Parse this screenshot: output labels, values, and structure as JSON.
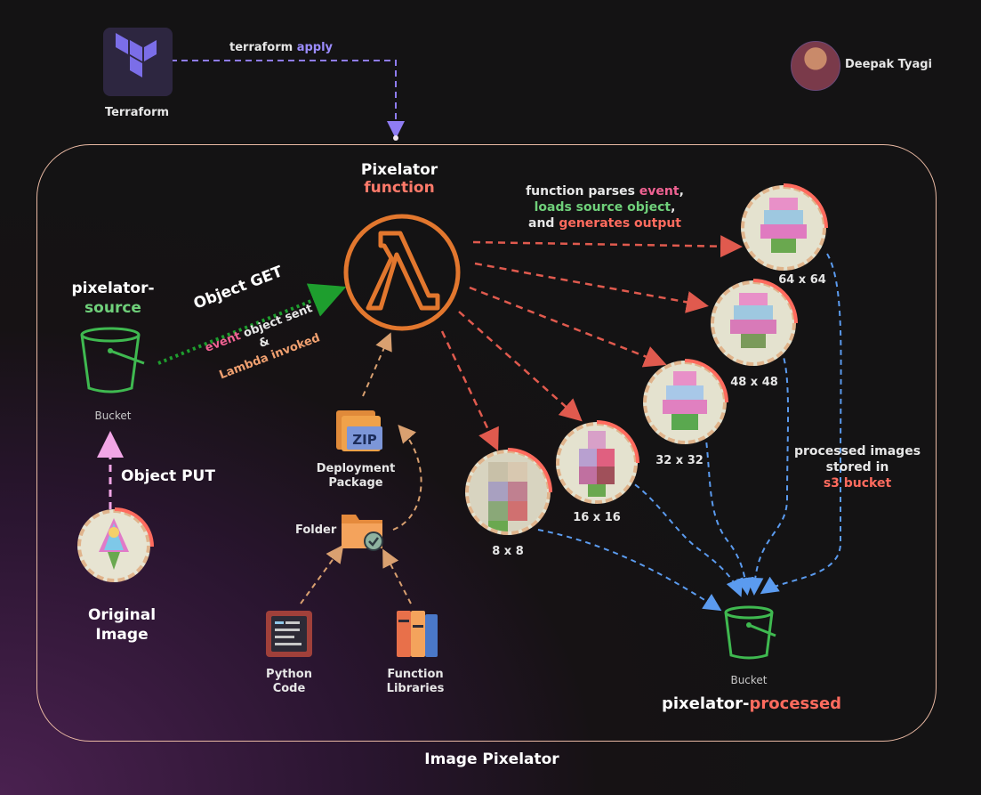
{
  "title": "Image Pixelator",
  "author": {
    "name": "Deepak Tyagi"
  },
  "terraform": {
    "label": "Terraform",
    "edge_word": "terraform",
    "edge_word2": "apply"
  },
  "lambda": {
    "title1": "Pixelator",
    "title2": "function"
  },
  "source_bucket": {
    "title1": "pixelator-",
    "title2": "source",
    "caption": "Bucket"
  },
  "processed_bucket": {
    "title1": "pixelator-",
    "title2": "processed",
    "caption": "Bucket"
  },
  "original_image": {
    "line1": "Original",
    "line2": "Image"
  },
  "edges": {
    "object_get": "Object GET",
    "object_put": "Object PUT",
    "event_word": "event",
    "object_sent": "object sent",
    "amp": "&",
    "lambda_invoked": "Lambda invoked"
  },
  "parse_note": {
    "l1a": "function parses ",
    "l1b": "event",
    "l1c": ",",
    "l2": "loads source object",
    "l2b": ",",
    "l3a": "and ",
    "l3b": "generates output"
  },
  "stored_note": {
    "l1": "processed images",
    "l2": "stored in",
    "l3": "s3 bucket"
  },
  "package": {
    "deployment_l1": "Deployment",
    "deployment_l2": "Package",
    "zip": "ZIP",
    "folder": "Folder",
    "python_l1": "Python",
    "python_l2": "Code",
    "libs_l1": "Function",
    "libs_l2": "Libraries"
  },
  "outputs": [
    {
      "size": "64 x 64"
    },
    {
      "size": "48 x 48"
    },
    {
      "size": "32 x 32"
    },
    {
      "size": "16 x 16"
    },
    {
      "size": "8 x 8"
    }
  ],
  "colors": {
    "frame": "#e9b9a3",
    "lambda": "#e2772e",
    "bucket": "#3fb950",
    "red_arrow": "#e05a4e",
    "blue_arrow": "#5b9bef",
    "tan_arrow": "#d9a070",
    "green_arrow": "#1e9e2e"
  }
}
